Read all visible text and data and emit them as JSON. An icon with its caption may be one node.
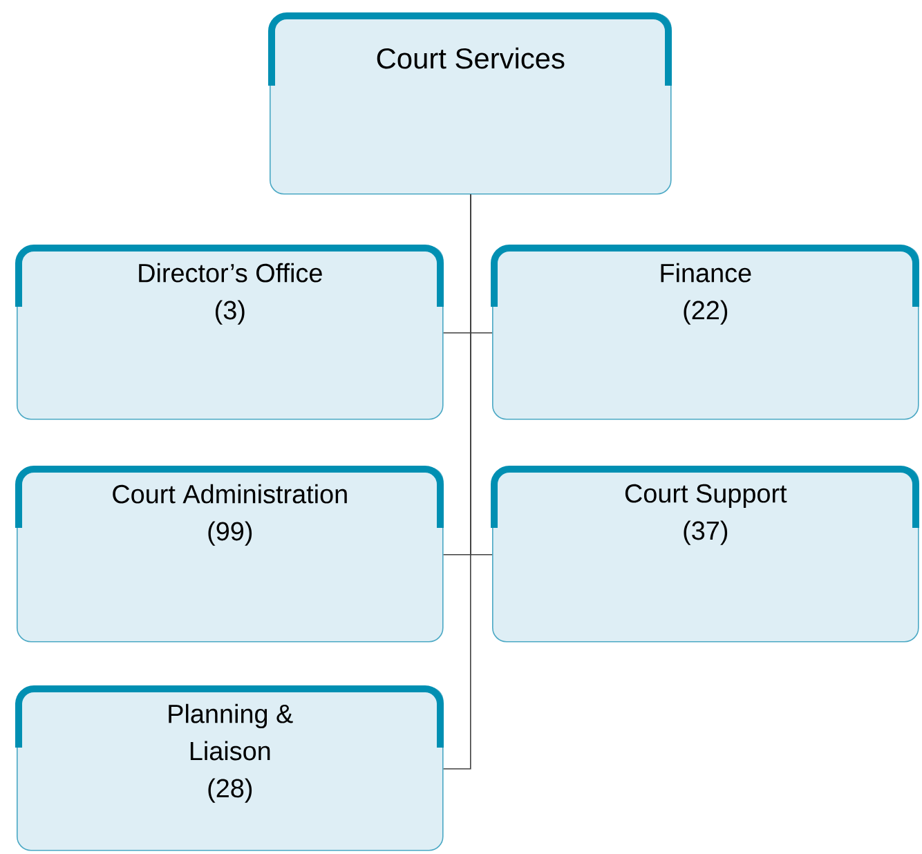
{
  "diagram": {
    "nodes": [
      {
        "text": [
          "Court Services"
        ]
      },
      {
        "text": [
          "Director’s Office",
          "(3)"
        ]
      },
      {
        "text": [
          "Finance",
          "(22)"
        ]
      },
      {
        "text": [
          "Court Administration",
          "(99)"
        ]
      },
      {
        "text": [
          "Court Support",
          "(37)"
        ]
      },
      {
        "text": [
          "Planning & Liaison",
          "(28)"
        ]
      }
    ],
    "edges": [
      {
        "from": 0,
        "to": 1,
        "arrow": "none"
      },
      {
        "from": 0,
        "to": 2,
        "arrow": "none"
      },
      {
        "from": 0,
        "to": 3,
        "arrow": "none"
      },
      {
        "from": 0,
        "to": 4,
        "arrow": "none"
      },
      {
        "from": 0,
        "to": 5,
        "arrow": "none"
      }
    ]
  }
}
